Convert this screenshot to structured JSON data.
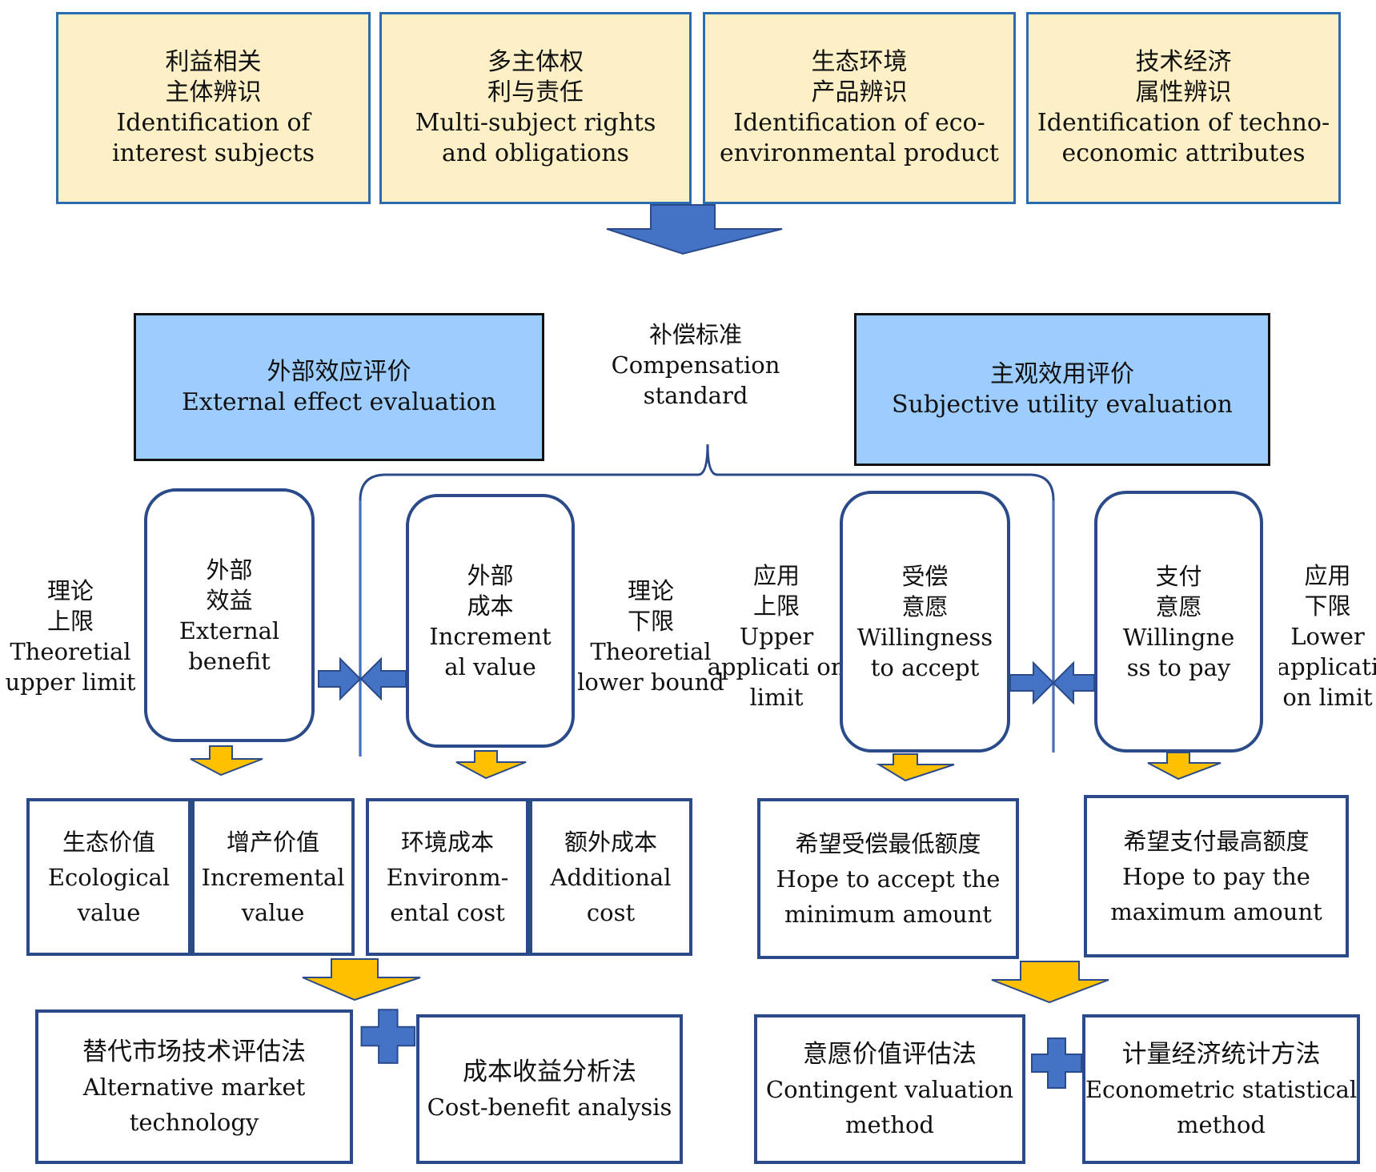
{
  "top_boxes": [
    {
      "lines": [
        "利益相关",
        "主体辨识",
        "Identification of",
        "interest subjects"
      ]
    },
    {
      "lines": [
        "多主体权",
        "利与责任",
        "Multi-subject rights",
        "and obligations"
      ]
    },
    {
      "lines": [
        "生态环境",
        "产品辨识",
        "Identification of eco-",
        "environmental product"
      ]
    },
    {
      "lines": [
        "技术经济",
        "属性辨识",
        "Identification of techno-",
        "economic attributes"
      ]
    }
  ],
  "external_eval": {
    "lines": [
      "外部效应评价",
      "External effect evaluation"
    ]
  },
  "subjective_eval": {
    "lines": [
      "主观效用评价",
      "Subjective utility evaluation"
    ]
  },
  "compensation": {
    "lines": [
      "补偿标准",
      "Compensation",
      "standard"
    ]
  },
  "side_labels": [
    {
      "lines": [
        "理论",
        "上限",
        "Theoretial",
        "upper limit"
      ]
    },
    {
      "lines": [
        "理论",
        "下限",
        "Theoretial",
        "lower bound"
      ]
    },
    {
      "lines": [
        "应用",
        "上限",
        "Upper",
        "applicati on",
        "limit"
      ]
    },
    {
      "lines": [
        "应用",
        "下限",
        "Lower",
        "applicati",
        "on limit"
      ]
    }
  ],
  "rounded_boxes": [
    {
      "lines": [
        "外部",
        "效益",
        "External",
        "benefit"
      ]
    },
    {
      "lines": [
        "外部",
        "成本",
        "Increment",
        "al value"
      ]
    },
    {
      "lines": [
        "受偿",
        "意愿",
        "Willingness",
        "to accept"
      ]
    },
    {
      "lines": [
        "支付",
        "意愿",
        "Willingne",
        "ss to pay"
      ]
    }
  ],
  "value_boxes": [
    {
      "lines": [
        "生态价值",
        "Ecological",
        "value"
      ]
    },
    {
      "lines": [
        "增产价值",
        "Incremental",
        "value"
      ]
    },
    {
      "lines": [
        "环境成本",
        "Environm-",
        "ental cost"
      ]
    },
    {
      "lines": [
        "额外成本",
        "Additional",
        "cost"
      ]
    },
    {
      "lines": [
        "希望受偿最低额度",
        "Hope to accept the",
        "minimum amount"
      ]
    },
    {
      "lines": [
        "希望支付最高额度",
        "Hope to pay the",
        "maximum amount"
      ]
    }
  ],
  "method_boxes": [
    {
      "lines": [
        "替代市场技术评估法",
        "Alternative market",
        "technology"
      ]
    },
    {
      "lines": [
        "成本收益分析法",
        "Cost-benefit analysis"
      ]
    },
    {
      "lines": [
        "意愿价值评估法",
        "Contingent valuation",
        "method"
      ]
    },
    {
      "lines": [
        "计量经济统计方法",
        "Econometric statistical",
        "method"
      ]
    }
  ],
  "colors": {
    "top_fill": "#fdf0c6",
    "eval_fill": "#9dccff",
    "border_blue": "#2b4a8a",
    "arrow_blue": "#4472c4",
    "arrow_yellow": "#ffc000"
  }
}
